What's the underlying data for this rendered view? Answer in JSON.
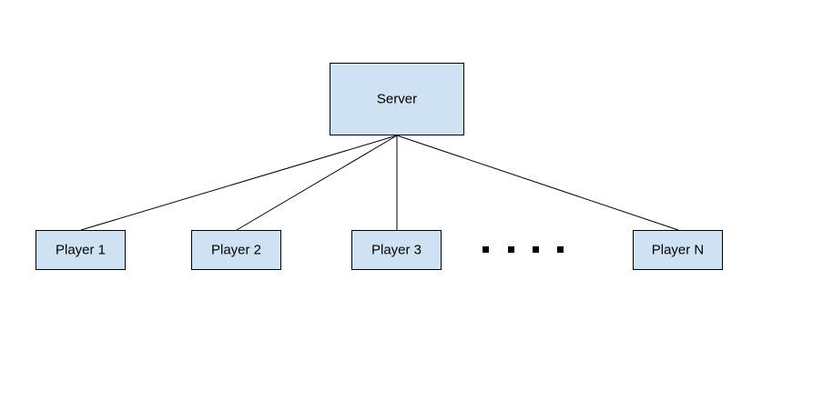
{
  "diagram": {
    "colors": {
      "node_fill": "#cfe2f3",
      "node_stroke": "#000000",
      "edge": "#000000"
    },
    "server": {
      "label": "Server"
    },
    "players": [
      {
        "label": "Player 1"
      },
      {
        "label": "Player 2"
      },
      {
        "label": "Player 3"
      },
      {
        "label": "Player N"
      }
    ]
  }
}
